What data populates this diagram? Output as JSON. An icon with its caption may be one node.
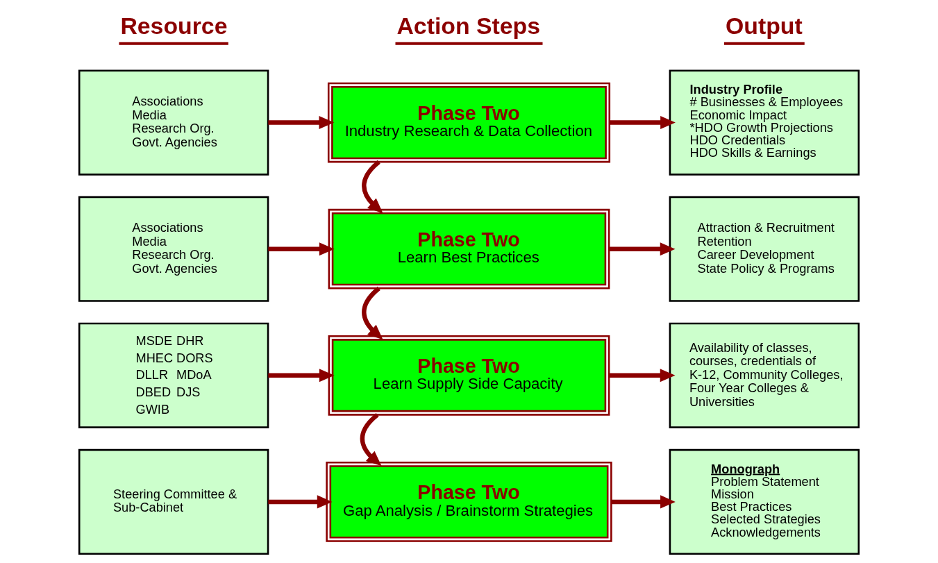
{
  "diagram": {
    "nodes": [
      {
        "text": [
          "Associations",
          "Media",
          "Research Org.",
          "Govt. Agencies"
        ]
      },
      {
        "text": [
          "Phase Two",
          "Industry Research & Data Collection"
        ]
      },
      {
        "text": [
          "Industry Profile",
          "# Businesses & Employees",
          "Economic Impact",
          "*HDO Growth Projections",
          "HDO Credentials",
          "HDO Skills & Earnings"
        ]
      },
      {
        "text": [
          "Associations",
          "Media",
          "Research Org.",
          "Govt. Agencies"
        ]
      },
      {
        "text": [
          "Phase Two",
          "Learn Best Practices"
        ]
      },
      {
        "text": [
          "Attraction & Recruitment",
          "Retention",
          "Career Development",
          "State Policy & Programs"
        ]
      },
      {
        "text": [
          "MSDE",
          "DHR",
          "MHEC",
          "DORS",
          "DLLR",
          "MDoA",
          "DBED",
          "DJS",
          "GWIB"
        ]
      },
      {
        "text": [
          "Phase Two",
          "Learn Supply Side Capacity"
        ]
      },
      {
        "text": [
          "Availability of classes, courses, credentials of K-12, Community Colleges, Four Year Colleges & Universities"
        ]
      },
      {
        "text": [
          "Steering Committee & Sub-Cabinet"
        ]
      },
      {
        "text": [
          "Phase Two",
          "Gap Analysis / Brainstorm Strategies"
        ]
      },
      {
        "text": [
          "Monograph",
          "Problem Statement",
          "Mission",
          "Best Practices",
          "Selected Strategies",
          "Acknowledgements"
        ]
      }
    ],
    "edges": [
      {
        "from": 0,
        "to": 1,
        "arrow": "to"
      },
      {
        "from": 1,
        "to": 2,
        "arrow": "to"
      },
      {
        "from": 1,
        "to": 4,
        "arrow": "to"
      },
      {
        "from": 3,
        "to": 4,
        "arrow": "to"
      },
      {
        "from": 4,
        "to": 5,
        "arrow": "to"
      },
      {
        "from": 4,
        "to": 7,
        "arrow": "to"
      },
      {
        "from": 6,
        "to": 7,
        "arrow": "to"
      },
      {
        "from": 7,
        "to": 8,
        "arrow": "to"
      },
      {
        "from": 7,
        "to": 10,
        "arrow": "to"
      },
      {
        "from": 9,
        "to": 10,
        "arrow": "to"
      },
      {
        "from": 10,
        "to": 11,
        "arrow": "to"
      }
    ],
    "labels": [
      "Resource",
      "Action Steps",
      "Output"
    ]
  }
}
